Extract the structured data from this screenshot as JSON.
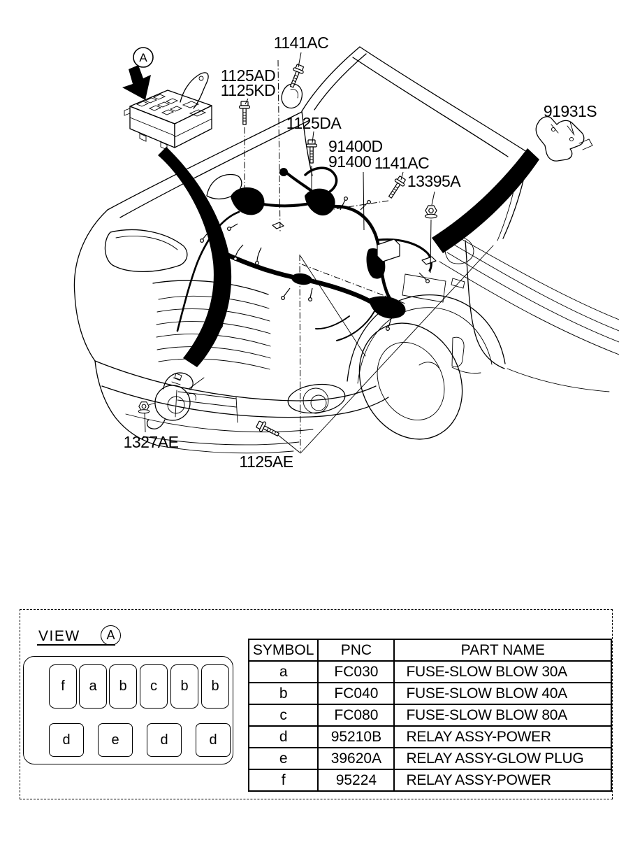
{
  "diagram": {
    "view_marker": "A",
    "callouts": [
      {
        "id": "1141AC-top",
        "label": "1141AC"
      },
      {
        "id": "1125AD",
        "label": "1125AD"
      },
      {
        "id": "1125KD",
        "label": "1125KD"
      },
      {
        "id": "1125DA",
        "label": "1125DA"
      },
      {
        "id": "91400D",
        "label": "91400D"
      },
      {
        "id": "91400",
        "label": "91400"
      },
      {
        "id": "1141AC-mid",
        "label": "1141AC"
      },
      {
        "id": "13395A",
        "label": "13395A"
      },
      {
        "id": "91931S",
        "label": "91931S"
      },
      {
        "id": "1327AE",
        "label": "1327AE"
      },
      {
        "id": "1125AE",
        "label": "1125AE"
      }
    ]
  },
  "view_panel": {
    "title": "VIEW",
    "marker": "A",
    "fuse_rows": [
      [
        "f",
        "a",
        "b",
        "c",
        "b",
        "b"
      ],
      [
        "d",
        "e",
        "d",
        "d"
      ]
    ]
  },
  "parts_table": {
    "headers": [
      "SYMBOL",
      "PNC",
      "PART NAME"
    ],
    "rows": [
      [
        "a",
        "FC030",
        "FUSE-SLOW BLOW 30A"
      ],
      [
        "b",
        "FC040",
        "FUSE-SLOW BLOW 40A"
      ],
      [
        "c",
        "FC080",
        "FUSE-SLOW BLOW 80A"
      ],
      [
        "d",
        "95210B",
        "RELAY ASSY-POWER"
      ],
      [
        "e",
        "39620A",
        "RELAY ASSY-GLOW PLUG"
      ],
      [
        "f",
        "95224",
        "RELAY ASSY-POWER"
      ]
    ]
  },
  "colors": {
    "ink": "#000000",
    "paper": "#ffffff"
  }
}
